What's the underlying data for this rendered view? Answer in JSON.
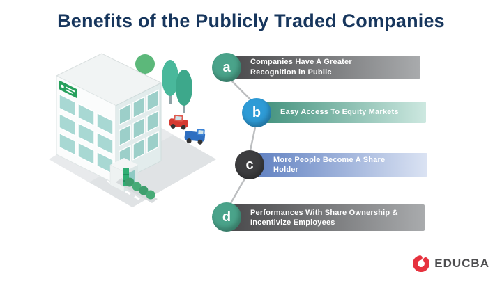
{
  "title": "Benefits of the Publicly Traded Companies",
  "items": [
    {
      "letter": "a",
      "text": "Companies Have A Greater Recognition in Public"
    },
    {
      "letter": "b",
      "text": "Easy Access To Equity Markets"
    },
    {
      "letter": "c",
      "text": "More People Become A Share Holder"
    },
    {
      "letter": "d",
      "text": "Performances With Share Ownership & Incentivize Employees"
    }
  ],
  "logo": {
    "brand": "EDUCBA"
  },
  "colors": {
    "title-color": "#17365d",
    "circle-teal": "#4aa38a",
    "circle-blue": "#2e9bd6",
    "circle-gray": "#3d3d3f",
    "bar-gray-dark": "#48484a",
    "bar-gray-light": "#a9abad",
    "bar-teal-dark": "#3e8f7a",
    "bar-teal-light": "#cde8e0",
    "bar-blue-dark": "#5d7ec0",
    "bar-blue-light": "#dbe3f3",
    "logo-red": "#e6323e",
    "logo-text-color": "#4d4d4f",
    "connector": "#bcbec0"
  }
}
